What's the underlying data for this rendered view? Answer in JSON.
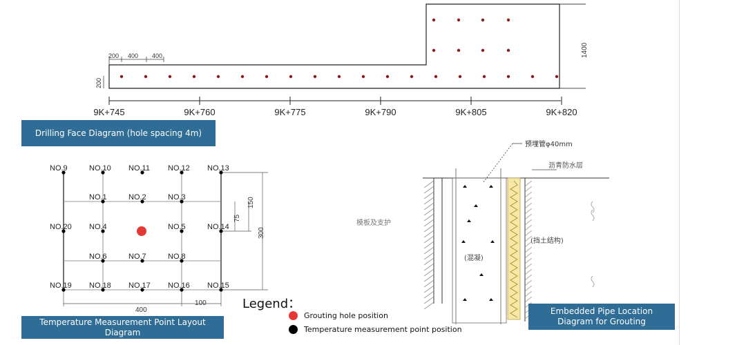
{
  "drilling_face": {
    "caption": "Drilling Face Diagram (hole spacing 4m)",
    "chainages": [
      "9K+745",
      "9K+760",
      "9K+775",
      "9K+790",
      "9K+805",
      "9K+820"
    ],
    "dims": {
      "d200": "200",
      "d400a": "400",
      "d400b": "400",
      "left_height": "200",
      "right_height": "1400"
    }
  },
  "temperature_layout": {
    "caption": "Temperature Measurement Point Layout Diagram",
    "points": [
      "NO.1",
      "NO.2",
      "NO.3",
      "NO.4",
      "NO.5",
      "NO.6",
      "NO.7",
      "NO.8",
      "NO.9",
      "NO.10",
      "NO.11",
      "NO.12",
      "NO.13",
      "NO.14",
      "NO.15",
      "NO.16",
      "NO.17",
      "NO.18",
      "NO.19",
      "NO.20"
    ],
    "dims": {
      "d150": "150",
      "d75": "75",
      "d300": "300",
      "d400": "400",
      "d100": "100"
    }
  },
  "pipe_diagram": {
    "caption": "Embedded Pipe Location Diagram for Grouting",
    "labels": {
      "pipe": "预埋管φ40mm",
      "waterproof": "沥青防水层",
      "support": "模板及支护",
      "concrete": "(混凝)",
      "retaining": "(挡土结构)"
    }
  },
  "legend": {
    "title": "Legend：",
    "items": [
      {
        "label": "Grouting hole position",
        "color": "#e53935"
      },
      {
        "label": "Temperature measurement point position",
        "color": "#000000"
      }
    ]
  },
  "colors": {
    "banner": "#2f6d97",
    "hole": "#8b1a1a",
    "grout": "#e53935",
    "insulation": "#f6e9a8"
  }
}
